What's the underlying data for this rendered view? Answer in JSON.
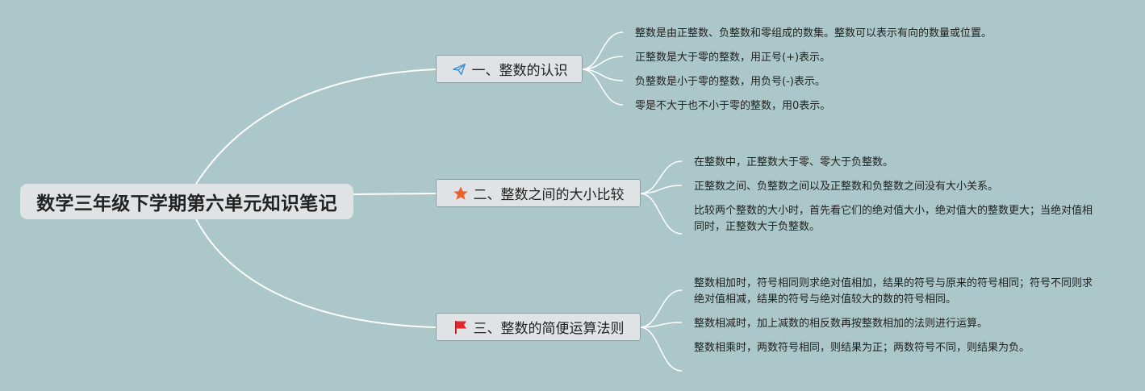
{
  "root": {
    "title": "数学三年级下学期第六单元知识笔记"
  },
  "branches": [
    {
      "title": "一、整数的认识",
      "icon": "paper-plane-icon",
      "items": [
        "整数是由正整数、负整数和零组成的数集。整数可以表示有向的数量或位置。",
        "正整数是大于零的整数，用正号(+)表示。",
        "负整数是小于零的整数，用负号(-)表示。",
        "零是不大于也不小于零的整数，用0表示。"
      ]
    },
    {
      "title": "二、整数之间的大小比较",
      "icon": "star-icon",
      "items": [
        "在整数中，正整数大于零、零大于负整数。",
        "正整数之间、负整数之间以及正整数和负整数之间没有大小关系。",
        "比较两个整数的大小时，首先看它们的绝对值大小，绝对值大的整数更大；当绝对值相同时，正整数大于负整数。"
      ]
    },
    {
      "title": "三、整数的简便运算法则",
      "icon": "flag-icon",
      "items": [
        "整数相加时，符号相同则求绝对值相加，结果的符号与原来的符号相同；符号不同则求绝对值相减，结果的符号与绝对值较大的数的符号相同。",
        "整数相减时，加上减数的相反数再按整数相加的法则进行运算。",
        "整数相乘时，两数符号相同，则结果为正；两数符号不同，则结果为负。"
      ]
    }
  ],
  "colors": {
    "background": "#abc7c9",
    "line": "#ffffff",
    "node_fill": "#dfe3e5",
    "plane": "#3a8fd6",
    "star": "#e8632b",
    "flag": "#e3262b"
  }
}
